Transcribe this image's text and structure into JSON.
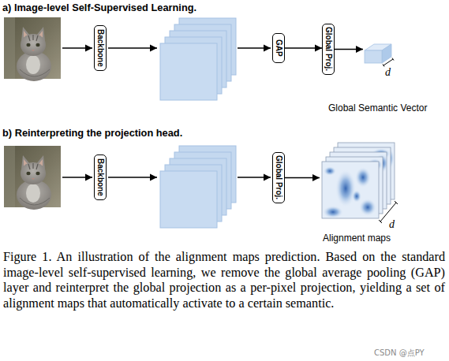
{
  "diagram": {
    "caption": "Figure 1. An illustration of the alignment maps prediction. Based on the standard image-level self-supervised learning, we remove the global average pooling (GAP) layer and reinterpret the global projection as a per-pixel projection, yielding a set of alignment maps that automatically activate to a certain semantic.",
    "nodes": [
      {
        "text": [
          "Backbone"
        ]
      },
      {
        "text": [
          "GAP"
        ]
      },
      {
        "text": [
          "Global Proj."
        ]
      },
      {
        "text": [
          "d",
          "Global Semantic Vector"
        ]
      },
      {
        "text": [
          "Backbone"
        ]
      },
      {
        "text": [
          "Global Proj."
        ]
      },
      {
        "text": [
          "d",
          "Alignment maps"
        ]
      }
    ],
    "edges": [
      {
        "from": 1,
        "to": 2,
        "arrow": "to"
      },
      {
        "from": 2,
        "to": 3,
        "arrow": "to"
      },
      {
        "from": 5,
        "to": 6,
        "arrow": "to"
      }
    ],
    "labels": [
      "a) Image-level Self-Supervised Learning.",
      "b) Reinterpreting the projection head.",
      "CSDN @点PY"
    ]
  }
}
